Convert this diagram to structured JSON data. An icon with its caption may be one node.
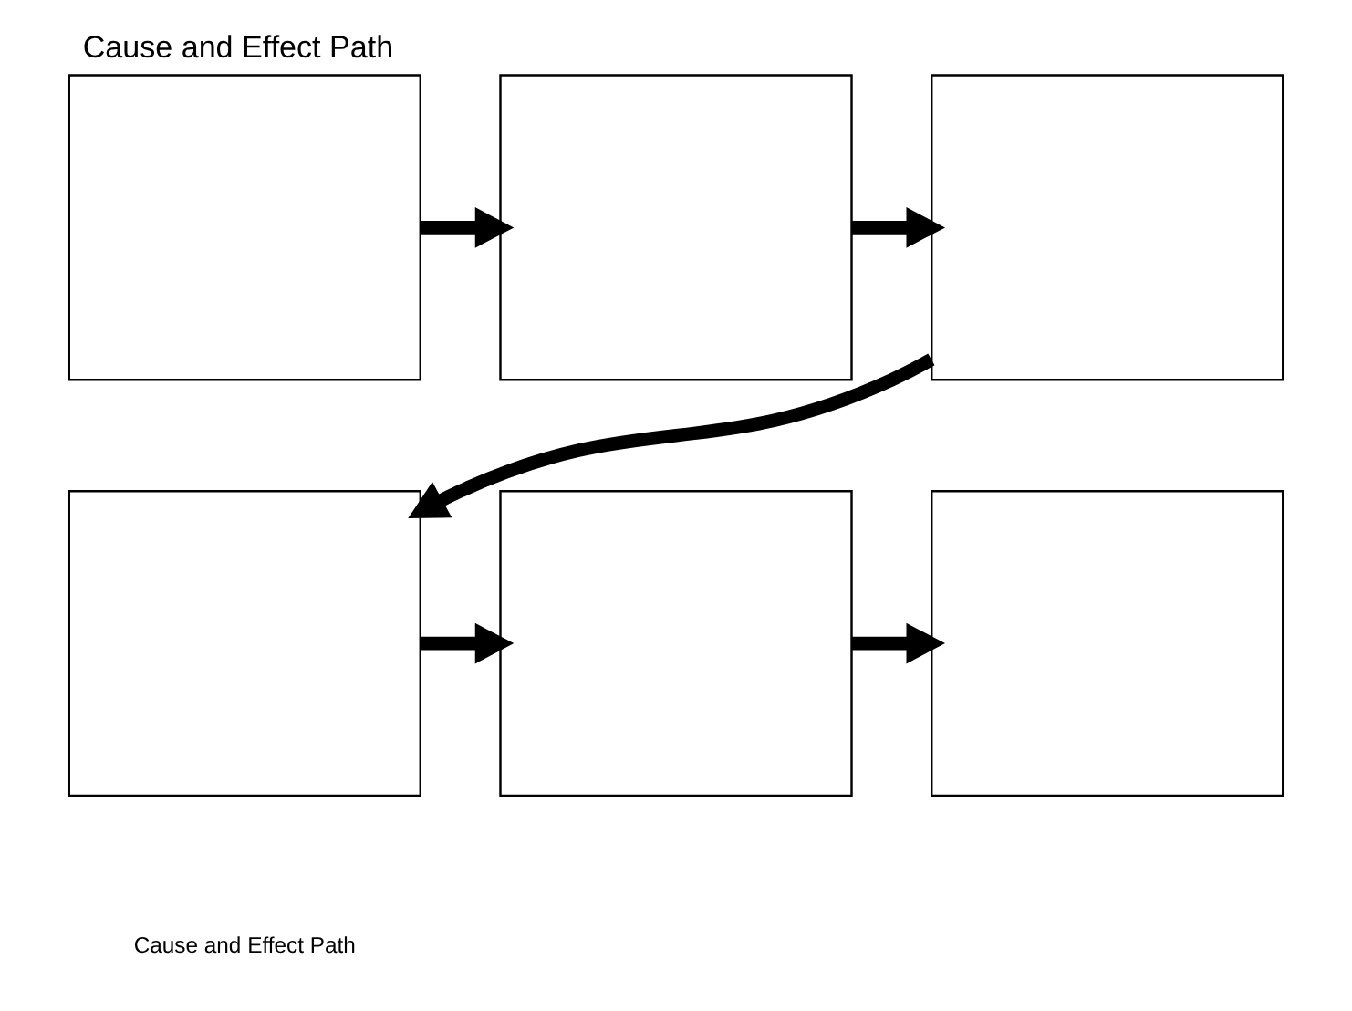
{
  "diagram": {
    "title": "Cause and Effect Path",
    "nodes": [
      {
        "text": [],
        "shape": "box"
      },
      {
        "text": [],
        "shape": "box"
      },
      {
        "text": [],
        "shape": "box"
      },
      {
        "text": [],
        "shape": "box"
      },
      {
        "text": [],
        "shape": "box"
      },
      {
        "text": [],
        "shape": "box"
      }
    ],
    "edges": [
      {
        "from": 0,
        "to": 1,
        "arrow": "to"
      },
      {
        "from": 1,
        "to": 2,
        "arrow": "to"
      },
      {
        "from": 2,
        "to": 3,
        "arrow": "to"
      },
      {
        "from": 3,
        "to": 4,
        "arrow": "to"
      },
      {
        "from": 4,
        "to": 5,
        "arrow": "to"
      }
    ],
    "labels": [
      "Cause and Effect Path"
    ]
  }
}
